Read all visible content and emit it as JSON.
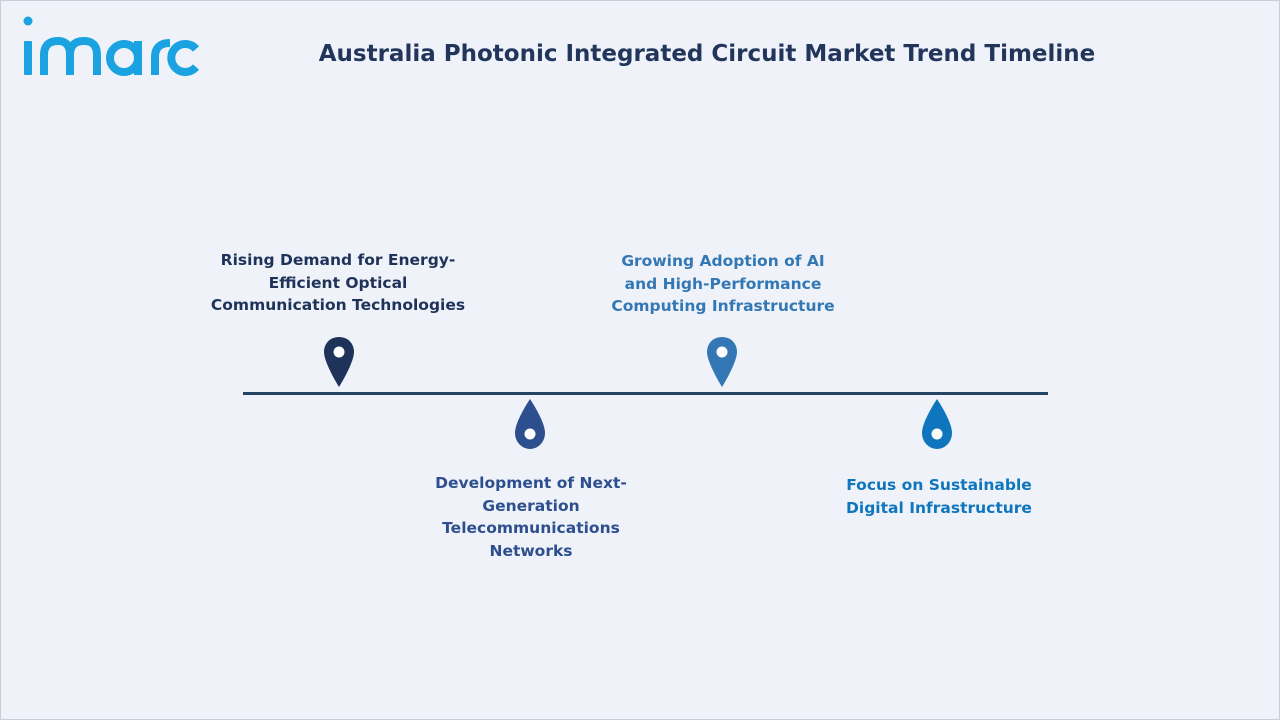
{
  "brand": {
    "logo_text": "imarc",
    "logo_color": "#1aa3e0"
  },
  "header": {
    "title": "Australia Photonic Integrated Circuit Market Trend Timeline"
  },
  "timeline": {
    "line_color": "#234563",
    "milestones": [
      {
        "label": "Rising Demand for Energy-\nEfficient Optical\nCommunication Technologies",
        "position": "above",
        "color": "#1f3259",
        "icon": "map-pin-icon"
      },
      {
        "label": "Development of Next-\nGeneration Telecommunications\nNetworks",
        "position": "below",
        "color": "#2d4f8e",
        "icon": "droplet-pin-icon"
      },
      {
        "label": "Growing Adoption of AI\nand High-Performance\nComputing Infrastructure",
        "position": "above",
        "color": "#3378b4",
        "icon": "map-pin-icon"
      },
      {
        "label": "Focus on Sustainable\nDigital Infrastructure",
        "position": "below",
        "color": "#0f76bd",
        "icon": "droplet-pin-icon"
      }
    ]
  }
}
